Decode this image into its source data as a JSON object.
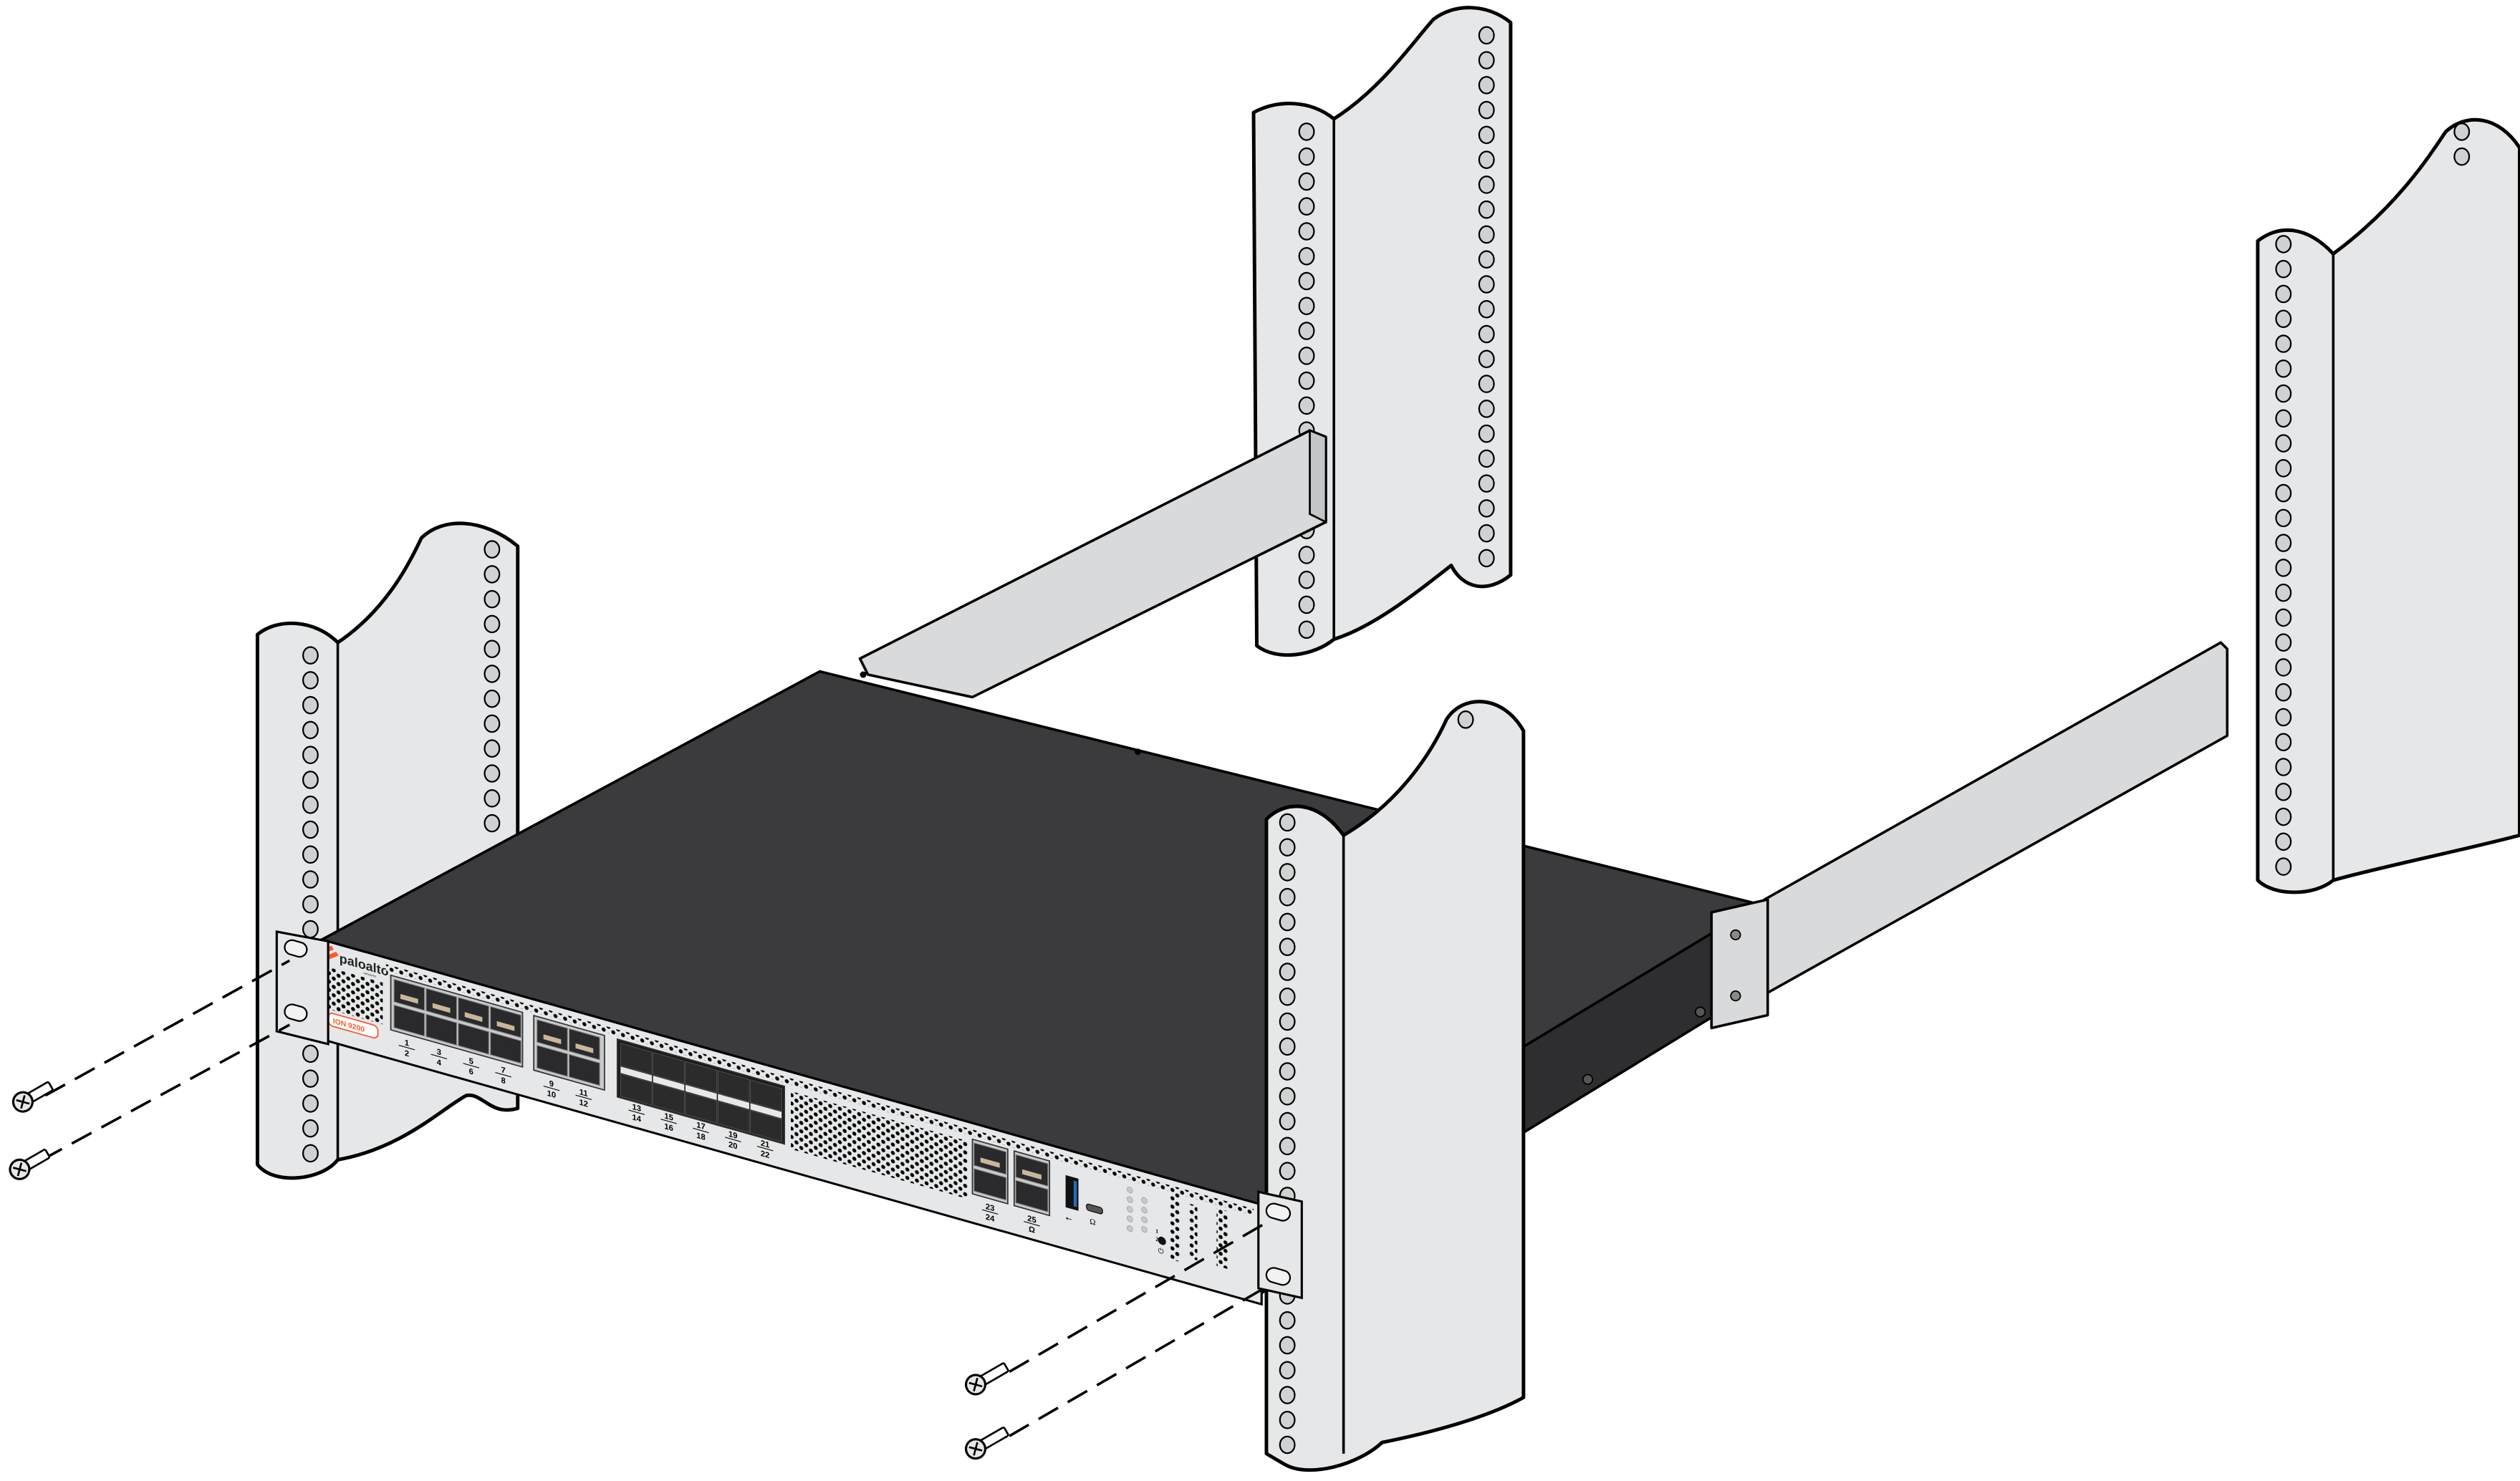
{
  "figure": {
    "title": "Rack mounting of appliance with front screws",
    "colors": {
      "post": "#e6e7e8",
      "device_top": "#3b3b3d",
      "panel": "#e6e7e8",
      "brand": "#fa582d",
      "usb": "#1f6fb5"
    }
  },
  "device": {
    "logo": "paloalto",
    "logo_sub": "networks",
    "model": "ION 9200",
    "ports": [
      {
        "top": "1",
        "bottom": "2"
      },
      {
        "top": "3",
        "bottom": "4"
      },
      {
        "top": "5",
        "bottom": "6"
      },
      {
        "top": "7",
        "bottom": "8"
      },
      {
        "top": "9",
        "bottom": "10"
      },
      {
        "top": "11",
        "bottom": "12"
      },
      {
        "top": "13",
        "bottom": "14"
      },
      {
        "top": "15",
        "bottom": "16"
      },
      {
        "top": "17",
        "bottom": "18"
      },
      {
        "top": "19",
        "bottom": "20"
      },
      {
        "top": "21",
        "bottom": "22"
      },
      {
        "top": "23",
        "bottom": "24"
      },
      {
        "top": "25",
        "bottom": "Ω"
      }
    ],
    "status_leds_left": [
      "no-entry-icon",
      "power-icon",
      "sun-icon",
      "fan-icon",
      "thermometer-icon"
    ],
    "status_leds_right": [
      "cloud-icon",
      "link-icon",
      "psu-1",
      "psu-2"
    ],
    "psu_labels": [
      "1",
      "2"
    ],
    "usb_icon": "usb-icon",
    "console_icon": "console-icon",
    "power_button_icon": "power-icon"
  }
}
